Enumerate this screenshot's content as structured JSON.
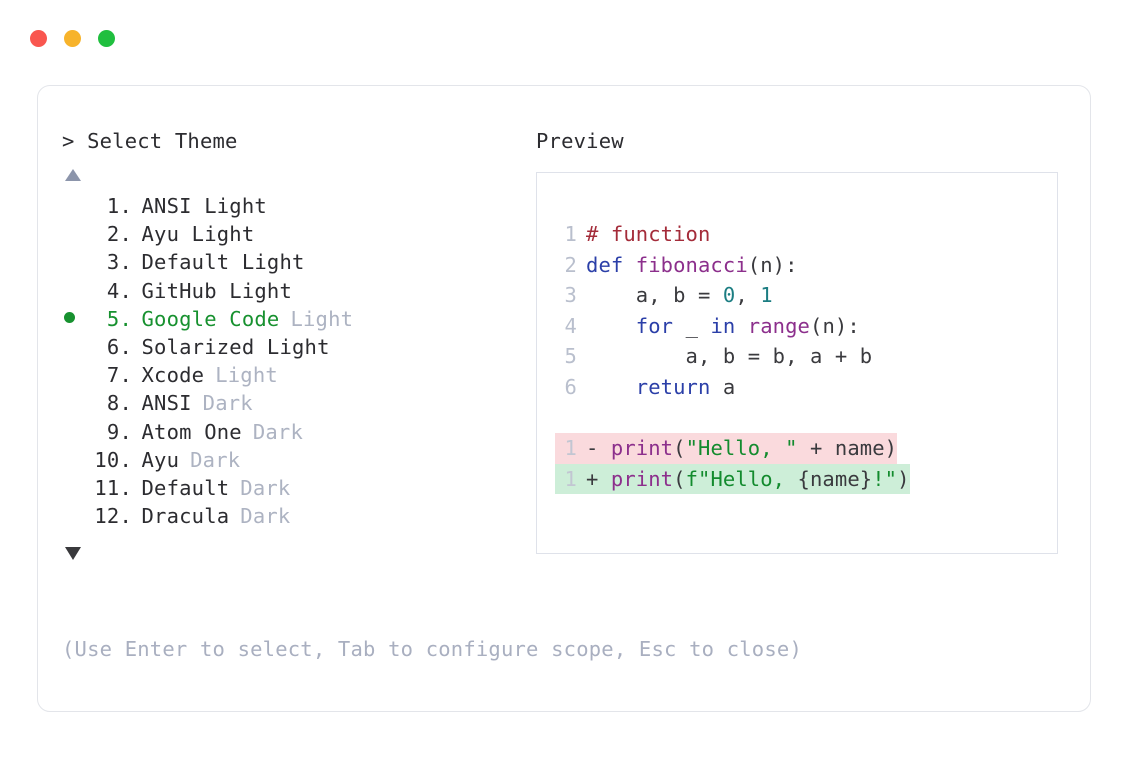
{
  "window": {
    "dots": [
      {
        "name": "close-dot",
        "color": "#f9564f"
      },
      {
        "name": "minimize-dot",
        "color": "#f7b32b"
      },
      {
        "name": "maximize-dot",
        "color": "#20bf3f"
      }
    ]
  },
  "picker": {
    "prompt": "> Select Theme",
    "scroll_up": "▲",
    "scroll_down": "▼",
    "selected_index": 5,
    "items": [
      {
        "num": "1.",
        "name": "ANSI Light",
        "suffix": "",
        "suffix_muted": false
      },
      {
        "num": "2.",
        "name": "Ayu Light",
        "suffix": "",
        "suffix_muted": false
      },
      {
        "num": "3.",
        "name": "Default Light",
        "suffix": "",
        "suffix_muted": false
      },
      {
        "num": "4.",
        "name": "GitHub Light",
        "suffix": "",
        "suffix_muted": false
      },
      {
        "num": "5.",
        "name": "Google Code",
        "suffix": "Light",
        "suffix_muted": true
      },
      {
        "num": "6.",
        "name": "Solarized Light",
        "suffix": "",
        "suffix_muted": false
      },
      {
        "num": "7.",
        "name": "Xcode",
        "suffix": "Light",
        "suffix_muted": true
      },
      {
        "num": "8.",
        "name": "ANSI",
        "suffix": "Dark",
        "suffix_muted": true
      },
      {
        "num": "9.",
        "name": "Atom One",
        "suffix": "Dark",
        "suffix_muted": true
      },
      {
        "num": "10.",
        "name": "Ayu",
        "suffix": "Dark",
        "suffix_muted": true
      },
      {
        "num": "11.",
        "name": "Default",
        "suffix": "Dark",
        "suffix_muted": true
      },
      {
        "num": "12.",
        "name": "Dracula",
        "suffix": "Dark",
        "suffix_muted": true
      }
    ],
    "hint": "(Use Enter to select, Tab to configure scope, Esc to close)"
  },
  "preview": {
    "label": "Preview",
    "code_lines": [
      {
        "num": "1",
        "tokens": [
          {
            "text": "# function",
            "cls": "t-comment"
          }
        ]
      },
      {
        "num": "2",
        "tokens": [
          {
            "text": "def ",
            "cls": "t-keyword"
          },
          {
            "text": "fibonacci",
            "cls": "t-func"
          },
          {
            "text": "(n):",
            "cls": "t-punct"
          }
        ]
      },
      {
        "num": "3",
        "tokens": [
          {
            "text": "    a, b ",
            "cls": "t-plain"
          },
          {
            "text": "= ",
            "cls": "t-op"
          },
          {
            "text": "0",
            "cls": "t-number"
          },
          {
            "text": ", ",
            "cls": "t-plain"
          },
          {
            "text": "1",
            "cls": "t-number"
          }
        ]
      },
      {
        "num": "4",
        "tokens": [
          {
            "text": "    ",
            "cls": "t-plain"
          },
          {
            "text": "for ",
            "cls": "t-keyword"
          },
          {
            "text": "_ ",
            "cls": "t-plain"
          },
          {
            "text": "in ",
            "cls": "t-keyword"
          },
          {
            "text": "range",
            "cls": "t-func"
          },
          {
            "text": "(n):",
            "cls": "t-punct"
          }
        ]
      },
      {
        "num": "5",
        "tokens": [
          {
            "text": "        a, b = b, a + b",
            "cls": "t-plain"
          }
        ]
      },
      {
        "num": "6",
        "tokens": [
          {
            "text": "    ",
            "cls": "t-plain"
          },
          {
            "text": "return ",
            "cls": "t-keyword"
          },
          {
            "text": "a",
            "cls": "t-plain"
          }
        ]
      }
    ],
    "diff_lines": [
      {
        "num": "1",
        "kind": "del",
        "tokens": [
          {
            "text": "- ",
            "cls": "t-plain"
          },
          {
            "text": "print",
            "cls": "t-func"
          },
          {
            "text": "(",
            "cls": "t-punct"
          },
          {
            "text": "\"Hello, \"",
            "cls": "t-string"
          },
          {
            "text": " + name)",
            "cls": "t-plain"
          }
        ]
      },
      {
        "num": "1",
        "kind": "ins",
        "tokens": [
          {
            "text": "+ ",
            "cls": "t-plain"
          },
          {
            "text": "print",
            "cls": "t-func"
          },
          {
            "text": "(",
            "cls": "t-punct"
          },
          {
            "text": "f\"Hello, ",
            "cls": "t-string"
          },
          {
            "text": "{name}",
            "cls": "t-plain"
          },
          {
            "text": "!\"",
            "cls": "t-string"
          },
          {
            "text": ")",
            "cls": "t-punct"
          }
        ]
      }
    ]
  }
}
